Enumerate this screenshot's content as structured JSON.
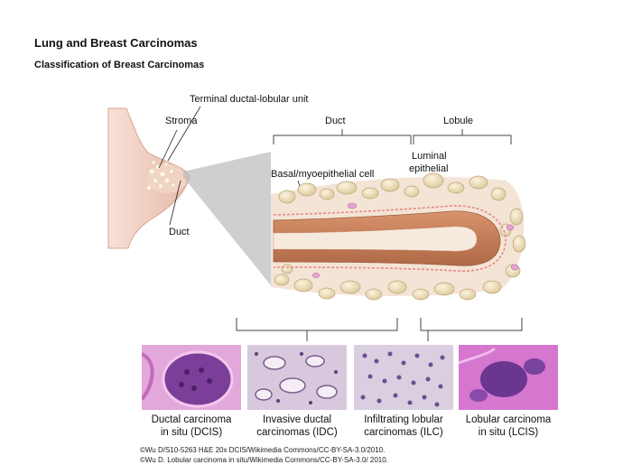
{
  "title": "Lung and Breast Carcinomas",
  "subtitle": "Classification of Breast Carcinomas",
  "labels": {
    "terminal_unit": "Terminal ductal-lobular unit",
    "stroma": "Stroma",
    "duct_left": "Duct",
    "duct_bracket": "Duct",
    "lobule_bracket": "Lobule",
    "luminal_line1": "Luminal",
    "luminal_line2": "epithelial",
    "basal": "Basal/myoepithelial cell"
  },
  "subtypes": [
    {
      "line1": "Ductal carcinoma",
      "line2": "in situ (DCIS)"
    },
    {
      "line1": "Invasive ductal",
      "line2": "carcinomas (IDC)"
    },
    {
      "line1": "Infiltrating lobular",
      "line2": "carcinomas (ILC)"
    },
    {
      "line1": "Lobular carcinoma",
      "line2": "in situ (LCIS)"
    }
  ],
  "credits": [
    "©Wu D/S10-5263 H&E 20x DCIS/Wikimedia Commons/CC-BY-SA-3.0/2010.",
    "©Wu D. Lobular carcinoma in situ/Wikimedia Commons/CC-BY-SA-3.0/ 2010."
  ],
  "colors": {
    "skin": "#f3d3c6",
    "duct": "#c9835f",
    "fat": "#efe2bb",
    "he_pink": "#c55ab8",
    "he_purple": "#6a3a8c"
  }
}
